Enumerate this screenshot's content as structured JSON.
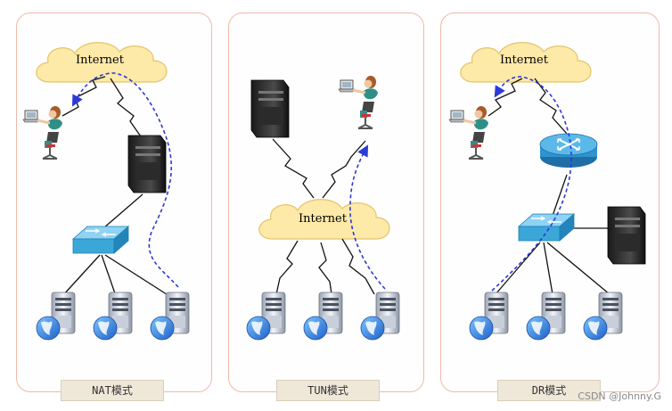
{
  "panels": [
    {
      "caption": "NAT模式",
      "cloud_label": "Internet"
    },
    {
      "caption": "TUN模式",
      "cloud_label": "Internet"
    },
    {
      "caption": "DR模式",
      "cloud_label": "Internet"
    }
  ],
  "watermark": "CSDN @Johnny.G",
  "colors": {
    "panel_border": "#f0b9a8",
    "cloud_fill": "#fde9a8",
    "switch_fill": "#3aa7d8",
    "router_fill": "#2f93cf",
    "flow_line": "#2c3ad8",
    "caption_bg": "#efe8d8"
  }
}
